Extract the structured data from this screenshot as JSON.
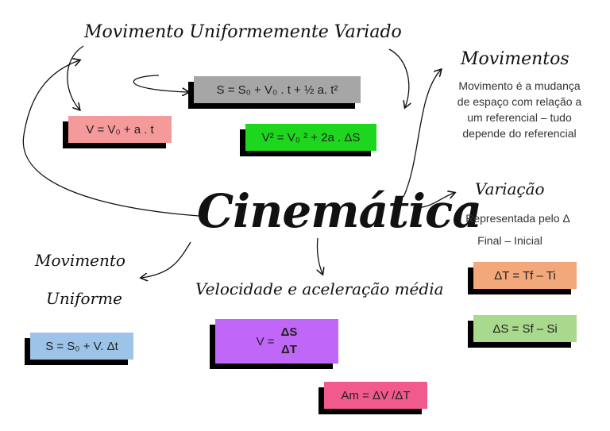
{
  "title": "Cinemática",
  "sections": {
    "muv": {
      "heading": "Movimento Uniformemente Variado"
    },
    "movimentos": {
      "heading": "Movimentos",
      "text": [
        "Movimento é a mudança",
        "de espaço com relação a",
        "um referencial – tudo",
        "depende do referencial"
      ]
    },
    "variacao": {
      "heading": "Variação",
      "line1": "Representada pelo Δ",
      "line2": "Final – Inicial"
    },
    "mu": {
      "heading_line1": "Movimento",
      "heading_line2": "Uniforme"
    },
    "vel": {
      "heading": "Velocidade e aceleração média"
    }
  },
  "formulas": {
    "muv_position": "S = S₀ + V₀ . t + ½ a. t²",
    "muv_velocity": "V = V₀ + a . t",
    "torricelli": "V² = V₀ ² + 2a . ΔS",
    "mu_position": "S = S₀ + V. Δt",
    "vm_left": "V = ",
    "vm_num": "ΔS",
    "vm_den": "ΔT",
    "am": "Am = ΔV /ΔT",
    "delta_t": "ΔT = Tf – Ti",
    "delta_s": "ΔS = Sf – Si"
  },
  "colors": {
    "gray": "#a6a6a6",
    "salmon": "#f59a9a",
    "green": "#1ed61e",
    "blue": "#9cc3e8",
    "purple": "#c167f7",
    "pink": "#f05a8d",
    "orange": "#f2a87a",
    "lightgreen": "#a9d98c"
  }
}
